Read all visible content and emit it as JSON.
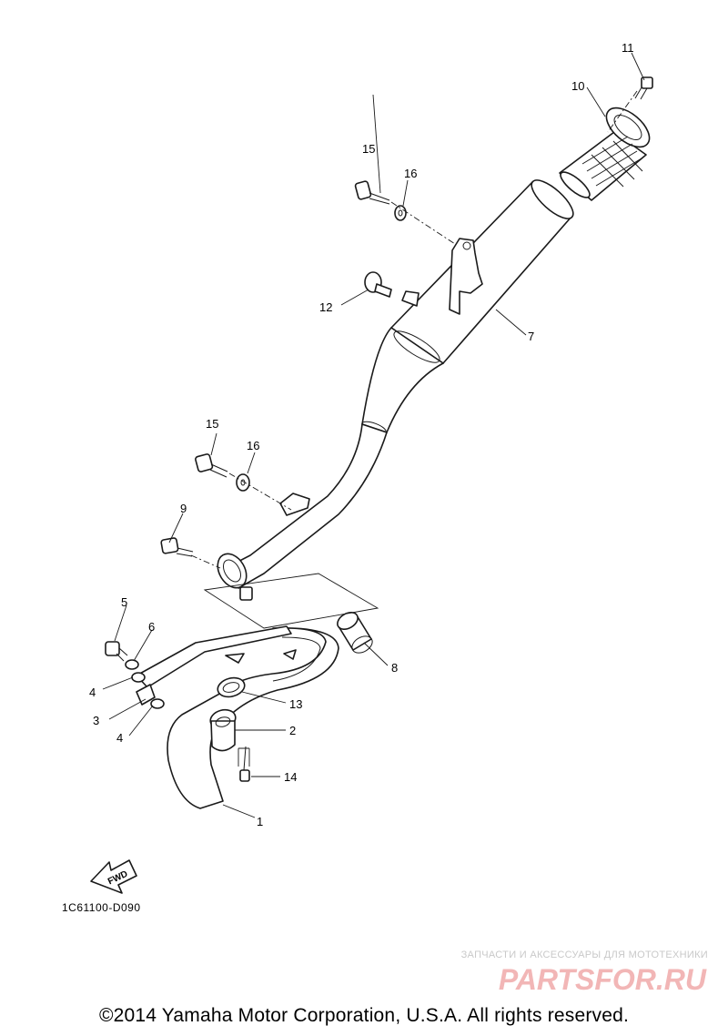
{
  "diagram": {
    "callouts": {
      "c1": "1",
      "c2": "2",
      "c3": "3",
      "c4a": "4",
      "c4b": "4",
      "c5": "5",
      "c6": "6",
      "c7": "7",
      "c8": "8",
      "c9": "9",
      "c10": "10",
      "c11": "11",
      "c12": "12",
      "c13": "13",
      "c14": "14",
      "c15a": "15",
      "c15b": "15",
      "c16a": "16",
      "c16b": "16"
    },
    "fwd_label": "FWD",
    "code": "1C61100-D090"
  },
  "watermark": {
    "tagline": "ЗАПЧАСТИ И АКСЕССУАРЫ ДЛЯ МОТОТЕХНИКИ",
    "logo_text": "PARTSFOR.RU",
    "logo_color": "#f2b6b6"
  },
  "copyright": "©2014 Yamaha Motor Corporation, U.S.A. All rights reserved."
}
